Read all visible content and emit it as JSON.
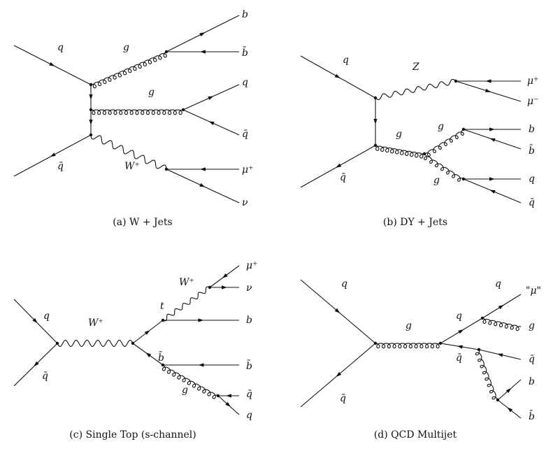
{
  "diagrams": [
    {
      "caption": "(a) W + Jets",
      "labels": [
        "q",
        "q̄",
        "g",
        "g",
        "W⁺",
        "b",
        "b̄",
        "q",
        "q̄",
        "μ⁺",
        "ν"
      ]
    },
    {
      "caption": "(b) DY + Jets",
      "labels": [
        "q",
        "q̄",
        "Z",
        "g",
        "g",
        "g",
        "μ⁺",
        "μ⁻",
        "b",
        "b̄",
        "q",
        "q̄"
      ]
    },
    {
      "caption": "(c) Single Top (s-channel)",
      "labels": [
        "q",
        "q̄",
        "W⁺",
        "t",
        "b̄",
        "W⁺",
        "g",
        "μ⁺",
        "ν",
        "b",
        "b̄",
        "q̄",
        "q"
      ]
    },
    {
      "caption": "(d) QCD Multijet",
      "labels": [
        "q",
        "q̄",
        "g",
        "q",
        "q̄",
        "q",
        "\"μ\"",
        "g",
        "q̄",
        "b",
        "b̄"
      ]
    }
  ],
  "colors": {
    "ink": "#111111",
    "background": "#ffffff"
  }
}
